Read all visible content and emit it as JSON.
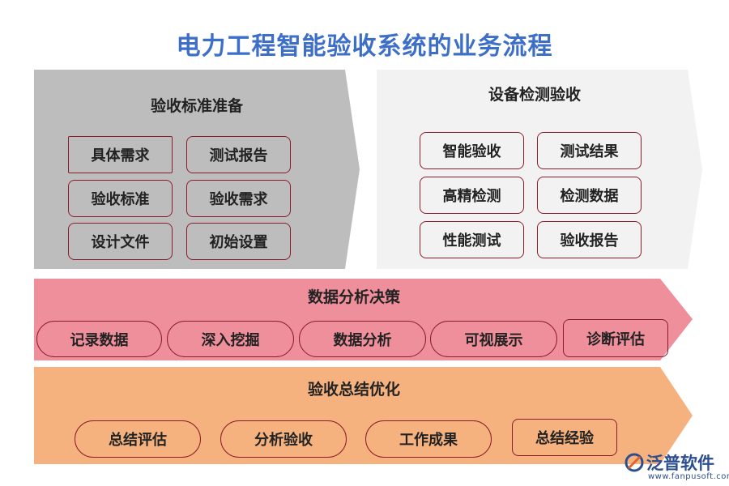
{
  "title": "电力工程智能验收系统的业务流程",
  "section1": {
    "title": "验收标准准备",
    "items": [
      "具体需求",
      "测试报告",
      "验收标准",
      "验收需求",
      "设计文件",
      "初始设置"
    ]
  },
  "section2": {
    "title": "设备检测验收",
    "items": [
      "智能验收",
      "测试结果",
      "高精检测",
      "检测数据",
      "性能测试",
      "验收报告"
    ]
  },
  "section3": {
    "title": "数据分析决策",
    "items": [
      "记录数据",
      "深入挖掘",
      "数据分析",
      "可视展示",
      "诊断评估"
    ]
  },
  "section4": {
    "title": "验收总结优化",
    "items": [
      "总结评估",
      "分析验收",
      "工作成果",
      "总结经验"
    ]
  },
  "brand": {
    "name": "泛普软件",
    "url": "www.fanpusoft.com"
  },
  "colors": {
    "title": "#3d6fc8",
    "section1_bg": "#bdbdbd",
    "section2_bg": "#f2f2f2",
    "section3_bg": "#ee8f9b",
    "section4_bg": "#f5b27e",
    "box_border": "#8e1b2a"
  }
}
